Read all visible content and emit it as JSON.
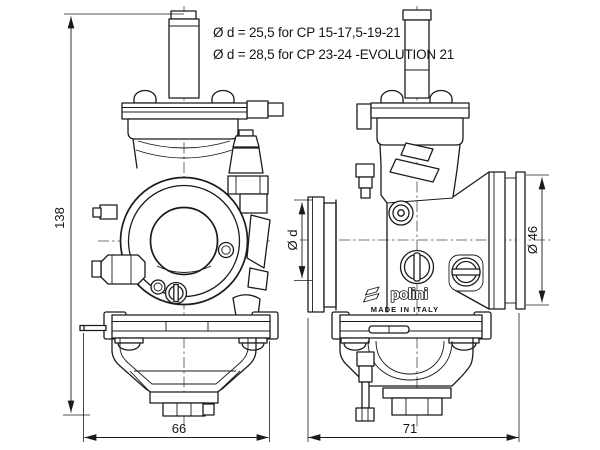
{
  "annotations": {
    "line1": "Ø d = 25,5  for CP 15-17,5-19-21",
    "line2": "Ø d = 28,5  for CP 23-24 -EVOLUTION  21"
  },
  "dimensions": {
    "overall_height": "138",
    "front_width": "66",
    "side_width": "71",
    "inlet_diameter": "Ø d",
    "bell_diameter": "Ø 46"
  },
  "branding": {
    "logo_text": "polini",
    "made_in": "MADE IN ITALY"
  },
  "colors": {
    "line": "#1b1b1b",
    "background": "#ffffff"
  }
}
